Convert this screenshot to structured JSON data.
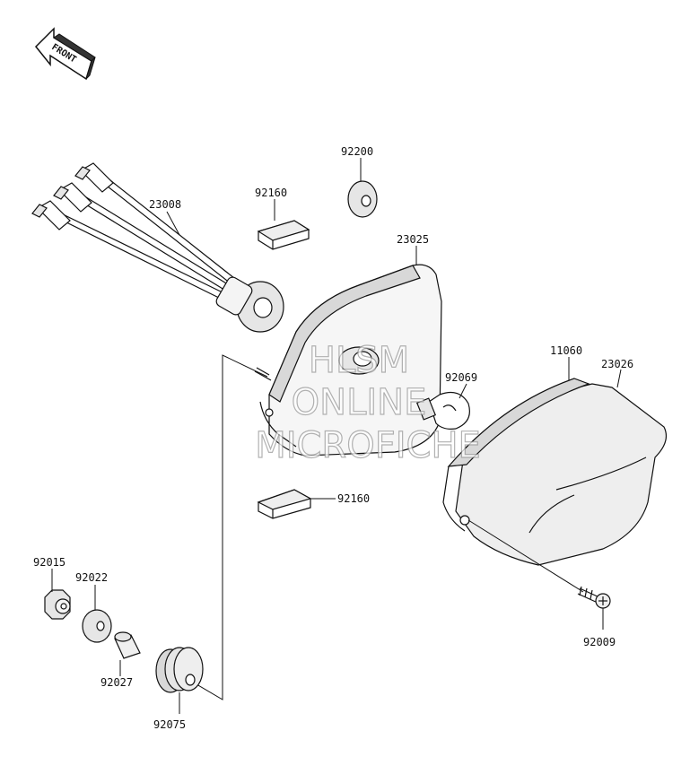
{
  "front_indicator": {
    "label": "FRONT"
  },
  "watermark": {
    "line1": "HLSM",
    "line2": "ONLINE",
    "line3": "MICROFICHE"
  },
  "parts": [
    {
      "key": "p23008",
      "number": "23008"
    },
    {
      "key": "p92160a",
      "number": "92160"
    },
    {
      "key": "p92200",
      "number": "92200"
    },
    {
      "key": "p23025",
      "number": "23025"
    },
    {
      "key": "p92069",
      "number": "92069"
    },
    {
      "key": "p11060",
      "number": "11060"
    },
    {
      "key": "p23026",
      "number": "23026"
    },
    {
      "key": "p92160b",
      "number": "92160"
    },
    {
      "key": "p92015",
      "number": "92015"
    },
    {
      "key": "p92022",
      "number": "92022"
    },
    {
      "key": "p92027",
      "number": "92027"
    },
    {
      "key": "p92075",
      "number": "92075"
    },
    {
      "key": "p92009",
      "number": "92009"
    }
  ],
  "colors": {
    "ink": "#111111",
    "fill_dark": "#d8d8d8",
    "fill_mid": "#e6e6e6",
    "fill_light": "#f4f4f4"
  }
}
